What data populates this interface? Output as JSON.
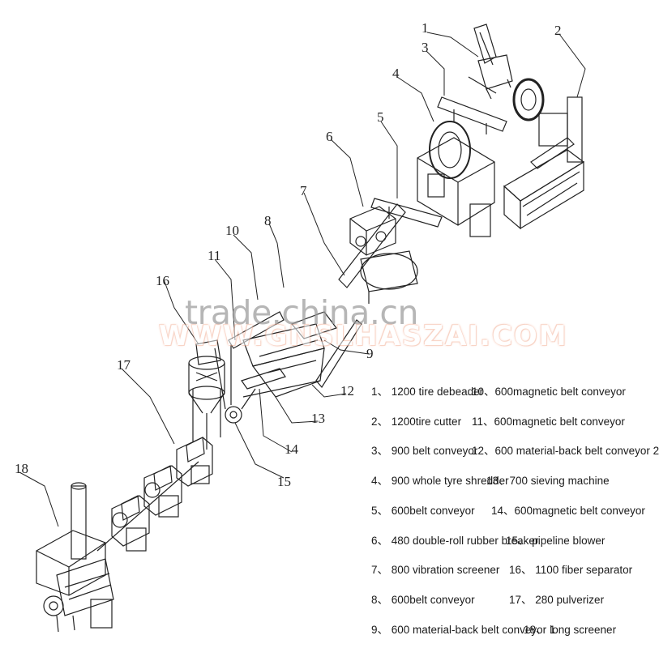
{
  "callouts": [
    "1",
    "2",
    "3",
    "4",
    "5",
    "6",
    "7",
    "8",
    "9",
    "10",
    "11",
    "12",
    "13",
    "14",
    "15",
    "16",
    "17",
    "18"
  ],
  "legend": [
    {
      "a": "1、 1200 tire debeader",
      "b": "10、600magnetic belt conveyor"
    },
    {
      "a": "2、 1200tire cutter",
      "b": "11、600magnetic belt conveyor"
    },
    {
      "a": "3、 900 belt conveyor",
      "b": "12、600 material-back belt conveyor 2"
    },
    {
      "a": "4、 900 whole tyre shredder",
      "b": "13、700 sieving machine"
    },
    {
      "a": "5、 600belt conveyor",
      "b": "14、600magnetic belt conveyor"
    },
    {
      "a": "6、 480 double-roll rubber breaker",
      "b": "15、 pipeline blower"
    },
    {
      "a": "7、 800 vibration screener",
      "b": "16、 1100 fiber separator"
    },
    {
      "a": "8、 600belt conveyor",
      "b": "17、 280  pulverizer"
    },
    {
      "a": "9、 600 material-back belt conveyor 1",
      "b": "18、 long screener"
    }
  ],
  "watermark": {
    "line1": "trade.china.cn",
    "line2": "WWW.GNSLHASZAI.COM"
  },
  "colors": {
    "line": "#222222",
    "watermark_red": "#f3b29a"
  }
}
